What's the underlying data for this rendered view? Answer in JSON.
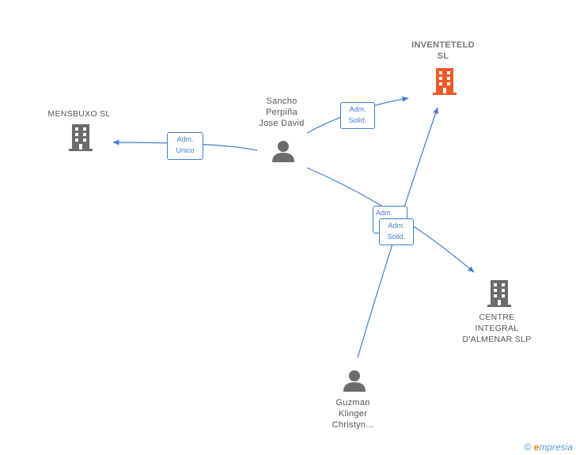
{
  "nodes": {
    "sancho": {
      "label": "Sancho\nPerpiña\nJose David",
      "type": "person"
    },
    "guzman": {
      "label": "Guzman\nKlinger\nChristyn...",
      "type": "person"
    },
    "inventeteld": {
      "label": "INVENTETELD\nSL",
      "type": "company",
      "highlight": true
    },
    "mensbuxo": {
      "label": "MENSBUXO  SL",
      "type": "company"
    },
    "centre": {
      "label": "CENTRE\nINTEGRAL\nD'ALMENAR SLP",
      "type": "company"
    }
  },
  "edges": [
    {
      "from": "sancho",
      "to": "mensbuxo",
      "label": "Adm.\nUnico"
    },
    {
      "from": "sancho",
      "to": "inventeteld",
      "label": "Adm.\nSolid."
    },
    {
      "from": "sancho",
      "to": "centre",
      "label": "Adm."
    },
    {
      "from": "guzman",
      "to": "inventeteld",
      "label": "Adm.\nSolid."
    }
  ],
  "colors": {
    "edge": "#3f7fd0",
    "company": "#6b6b6b",
    "company_highlight": "#f05a28",
    "person": "#6b6b6b"
  },
  "footer": {
    "copyright": "©",
    "brand_initial": "e",
    "brand_rest": "mpresia"
  }
}
